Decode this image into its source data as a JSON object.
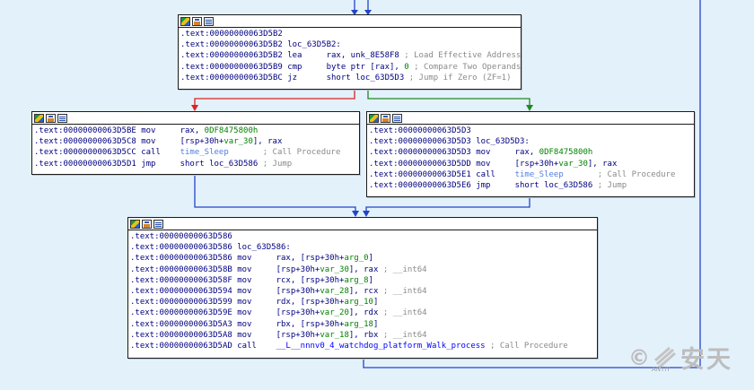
{
  "colors": {
    "background": "#e3f1fb",
    "edge_normal": "#2244cc",
    "edge_false": "#dd2222",
    "edge_true": "#228822"
  },
  "nodes": [
    {
      "id": "node-1",
      "lines": [
        [
          {
            "c": "addr",
            "t": ".text:00000000063D5B2"
          }
        ],
        [
          {
            "c": "addr",
            "t": ".text:00000000063D5B2 "
          },
          {
            "c": "mnem",
            "t": "loc_63D5B2:"
          }
        ],
        [
          {
            "c": "addr",
            "t": ".text:00000000063D5B2 "
          },
          {
            "c": "mnem",
            "t": "lea     "
          },
          {
            "c": "op",
            "t": "rax, unk_8E58F8"
          },
          {
            "c": "cmt",
            "t": " ; Load Effective Address"
          }
        ],
        [
          {
            "c": "addr",
            "t": ".text:00000000063D5B9 "
          },
          {
            "c": "mnem",
            "t": "cmp     "
          },
          {
            "c": "op",
            "t": "byte ptr [rax], "
          },
          {
            "c": "imm",
            "t": "0"
          },
          {
            "c": "cmt",
            "t": " ; Compare Two Operands"
          }
        ],
        [
          {
            "c": "addr",
            "t": ".text:00000000063D5BC "
          },
          {
            "c": "mnem",
            "t": "jz      "
          },
          {
            "c": "op",
            "t": "short loc_63D5D3"
          },
          {
            "c": "cmt",
            "t": " ; Jump if Zero (ZF=1)"
          }
        ]
      ]
    },
    {
      "id": "node-2",
      "lines": [
        [
          {
            "c": "addr",
            "t": ".text:00000000063D5BE "
          },
          {
            "c": "mnem",
            "t": "mov     "
          },
          {
            "c": "op",
            "t": "rax, "
          },
          {
            "c": "imm",
            "t": "0DF8475800h"
          }
        ],
        [
          {
            "c": "addr",
            "t": ".text:00000000063D5C8 "
          },
          {
            "c": "mnem",
            "t": "mov     "
          },
          {
            "c": "op",
            "t": "[rsp+30h+"
          },
          {
            "c": "var",
            "t": "var_30"
          },
          {
            "c": "op",
            "t": "], rax"
          }
        ],
        [
          {
            "c": "addr",
            "t": ".text:00000000063D5CC "
          },
          {
            "c": "mnem",
            "t": "call    "
          },
          {
            "c": "fnc",
            "t": "time_Sleep"
          },
          {
            "c": "cmt",
            "t": "       ; Call Procedure"
          }
        ],
        [
          {
            "c": "addr",
            "t": ".text:00000000063D5D1 "
          },
          {
            "c": "mnem",
            "t": "jmp     "
          },
          {
            "c": "op",
            "t": "short loc_63D586"
          },
          {
            "c": "cmt",
            "t": " ; Jump"
          }
        ]
      ]
    },
    {
      "id": "node-3",
      "lines": [
        [
          {
            "c": "addr",
            "t": ".text:00000000063D5D3"
          }
        ],
        [
          {
            "c": "addr",
            "t": ".text:00000000063D5D3 "
          },
          {
            "c": "mnem",
            "t": "loc_63D5D3:"
          }
        ],
        [
          {
            "c": "addr",
            "t": ".text:00000000063D5D3 "
          },
          {
            "c": "mnem",
            "t": "mov     "
          },
          {
            "c": "op",
            "t": "rax, "
          },
          {
            "c": "imm",
            "t": "0DF8475800h"
          }
        ],
        [
          {
            "c": "addr",
            "t": ".text:00000000063D5DD "
          },
          {
            "c": "mnem",
            "t": "mov     "
          },
          {
            "c": "op",
            "t": "[rsp+30h+"
          },
          {
            "c": "var",
            "t": "var_30"
          },
          {
            "c": "op",
            "t": "], rax"
          }
        ],
        [
          {
            "c": "addr",
            "t": ".text:00000000063D5E1 "
          },
          {
            "c": "mnem",
            "t": "call    "
          },
          {
            "c": "fnc",
            "t": "time_Sleep"
          },
          {
            "c": "cmt",
            "t": "       ; Call Procedure"
          }
        ],
        [
          {
            "c": "addr",
            "t": ".text:00000000063D5E6 "
          },
          {
            "c": "mnem",
            "t": "jmp     "
          },
          {
            "c": "op",
            "t": "short loc_63D586"
          },
          {
            "c": "cmt",
            "t": " ; Jump"
          }
        ]
      ]
    },
    {
      "id": "node-4",
      "lines": [
        [
          {
            "c": "addr",
            "t": ".text:00000000063D586"
          }
        ],
        [
          {
            "c": "addr",
            "t": ".text:00000000063D586 "
          },
          {
            "c": "mnem",
            "t": "loc_63D586:"
          }
        ],
        [
          {
            "c": "addr",
            "t": ".text:00000000063D586 "
          },
          {
            "c": "mnem",
            "t": "mov     "
          },
          {
            "c": "op",
            "t": "rax, [rsp+30h+"
          },
          {
            "c": "var",
            "t": "arg_0"
          },
          {
            "c": "op",
            "t": "]"
          }
        ],
        [
          {
            "c": "addr",
            "t": ".text:00000000063D58B "
          },
          {
            "c": "mnem",
            "t": "mov     "
          },
          {
            "c": "op",
            "t": "[rsp+30h+"
          },
          {
            "c": "var",
            "t": "var_30"
          },
          {
            "c": "op",
            "t": "], rax "
          },
          {
            "c": "cmt",
            "t": "; __int64"
          }
        ],
        [
          {
            "c": "addr",
            "t": ".text:00000000063D58F "
          },
          {
            "c": "mnem",
            "t": "mov     "
          },
          {
            "c": "op",
            "t": "rcx, [rsp+30h+"
          },
          {
            "c": "var",
            "t": "arg_8"
          },
          {
            "c": "op",
            "t": "]"
          }
        ],
        [
          {
            "c": "addr",
            "t": ".text:00000000063D594 "
          },
          {
            "c": "mnem",
            "t": "mov     "
          },
          {
            "c": "op",
            "t": "[rsp+30h+"
          },
          {
            "c": "var",
            "t": "var_28"
          },
          {
            "c": "op",
            "t": "], rcx "
          },
          {
            "c": "cmt",
            "t": "; __int64"
          }
        ],
        [
          {
            "c": "addr",
            "t": ".text:00000000063D599 "
          },
          {
            "c": "mnem",
            "t": "mov     "
          },
          {
            "c": "op",
            "t": "rdx, [rsp+30h+"
          },
          {
            "c": "var",
            "t": "arg_10"
          },
          {
            "c": "op",
            "t": "]"
          }
        ],
        [
          {
            "c": "addr",
            "t": ".text:00000000063D59E "
          },
          {
            "c": "mnem",
            "t": "mov     "
          },
          {
            "c": "op",
            "t": "[rsp+30h+"
          },
          {
            "c": "var",
            "t": "var_20"
          },
          {
            "c": "op",
            "t": "], rdx "
          },
          {
            "c": "cmt",
            "t": "; __int64"
          }
        ],
        [
          {
            "c": "addr",
            "t": ".text:00000000063D5A3 "
          },
          {
            "c": "mnem",
            "t": "mov     "
          },
          {
            "c": "op",
            "t": "rbx, [rsp+30h+"
          },
          {
            "c": "var",
            "t": "arg_18"
          },
          {
            "c": "op",
            "t": "]"
          }
        ],
        [
          {
            "c": "addr",
            "t": ".text:00000000063D5A8 "
          },
          {
            "c": "mnem",
            "t": "mov     "
          },
          {
            "c": "op",
            "t": "[rsp+30h+"
          },
          {
            "c": "var",
            "t": "var_18"
          },
          {
            "c": "op",
            "t": "], rbx "
          },
          {
            "c": "cmt",
            "t": "; __int64"
          }
        ],
        [
          {
            "c": "addr",
            "t": ".text:00000000063D5AD "
          },
          {
            "c": "mnem",
            "t": "call    "
          },
          {
            "c": "sym",
            "t": "__L__nnnv0_4_watchdog_platform_Walk_process"
          },
          {
            "c": "cmt",
            "t": " ; Call Procedure"
          }
        ]
      ]
    }
  ],
  "watermark": {
    "copyright": "©",
    "brand": "安天",
    "small": "ANTIY"
  }
}
